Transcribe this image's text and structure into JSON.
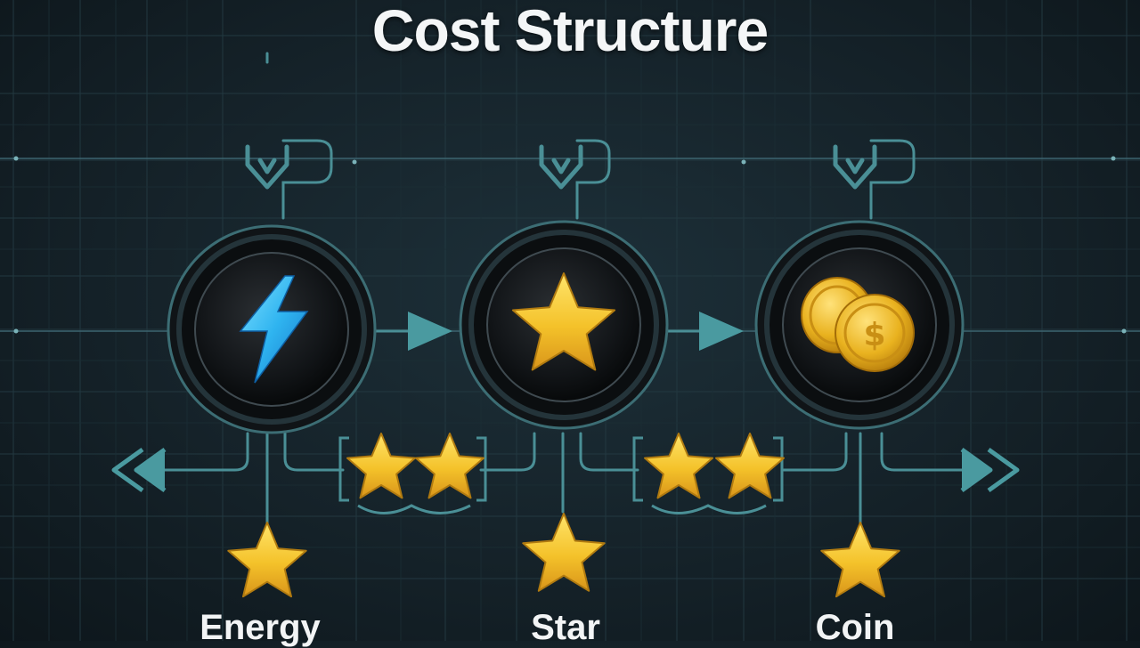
{
  "title": "Cost Structure",
  "nodes": [
    {
      "id": "energy",
      "label": "Energy",
      "icon": "lightning-bolt-icon"
    },
    {
      "id": "star",
      "label": "Star",
      "icon": "star-icon"
    },
    {
      "id": "coin",
      "label": "Coin",
      "icon": "coin-stack-icon"
    }
  ],
  "colors": {
    "background": "#152229",
    "grid_line": "#2b4550",
    "connector": "#4a8f96",
    "star_gold": "#f2c12e",
    "bolt_blue": "#2fb4f0",
    "coin_gold": "#e9b21f",
    "title_text": "#f4f6f7"
  }
}
